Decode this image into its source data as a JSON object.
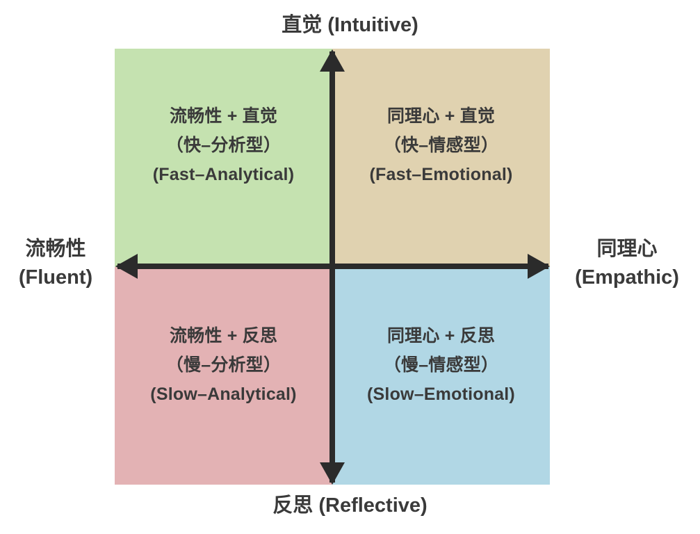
{
  "figure": {
    "title_top": "直觉 (Intuitive)",
    "title_bottom": "反思 (Reflective)",
    "label_left_line1": "流畅性",
    "label_left_line2": "(Fluent)",
    "label_right_line1": "同理心",
    "label_right_line2": "(Empathic)"
  },
  "colors": {
    "quadrant_top_left": "#c5e2b0",
    "quadrant_top_right": "#e0d2b0",
    "quadrant_bottom_left": "#e3b2b4",
    "quadrant_bottom_right": "#b1d7e5",
    "axis": "#2b2b2b",
    "text": "#3a3a3a",
    "background": "#ffffff"
  },
  "chart_data": {
    "type": "scatter",
    "title": "",
    "xlabel": "流畅性 (Fluent) ↔ 同理心 (Empathic)",
    "ylabel": "反思 (Reflective) ↔ 直觉 (Intuitive)",
    "axis_labels": {
      "top": "直觉 (Intuitive)",
      "bottom": "反思 (Reflective)",
      "left": "流畅性\n(Fluent)",
      "right": "同理心\n(Empathic)"
    },
    "grid": false,
    "legend": "none",
    "quadrants": [
      {
        "id": "top-left",
        "x_pole": "流畅性 (Fluent)",
        "y_pole": "直觉 (Intuitive)",
        "color": "#c5e2b0",
        "lines": [
          "流畅性 + 直觉",
          "（快–分析型）",
          "(Fast–Analytical)"
        ],
        "title_cn": "流畅性 + 直觉",
        "subtitle_cn": "（快–分析型）",
        "subtitle_en": "(Fast–Analytical)"
      },
      {
        "id": "top-right",
        "x_pole": "同理心 (Empathic)",
        "y_pole": "直觉 (Intuitive)",
        "color": "#e0d2b0",
        "lines": [
          "同理心 + 直觉",
          "（快–情感型）",
          "(Fast–Emotional)"
        ],
        "title_cn": "同理心 + 直觉",
        "subtitle_cn": "（快–情感型）",
        "subtitle_en": "(Fast–Emotional)"
      },
      {
        "id": "bottom-left",
        "x_pole": "流畅性 (Fluent)",
        "y_pole": "反思 (Reflective)",
        "color": "#e3b2b4",
        "lines": [
          "流畅性 + 反思",
          "（慢–分析型）",
          "(Slow–Analytical)"
        ],
        "title_cn": "流畅性 + 反思",
        "subtitle_cn": "（慢–分析型）",
        "subtitle_en": "(Slow–Analytical)"
      },
      {
        "id": "bottom-right",
        "x_pole": "同理心 (Empathic)",
        "y_pole": "反思 (Reflective)",
        "color": "#b1d7e5",
        "lines": [
          "同理心 + 反思",
          "（慢–情感型）",
          "(Slow–Emotional)"
        ],
        "title_cn": "同理心 + 反思",
        "subtitle_cn": "（慢–情感型）",
        "subtitle_en": "(Slow–Emotional)"
      }
    ]
  }
}
